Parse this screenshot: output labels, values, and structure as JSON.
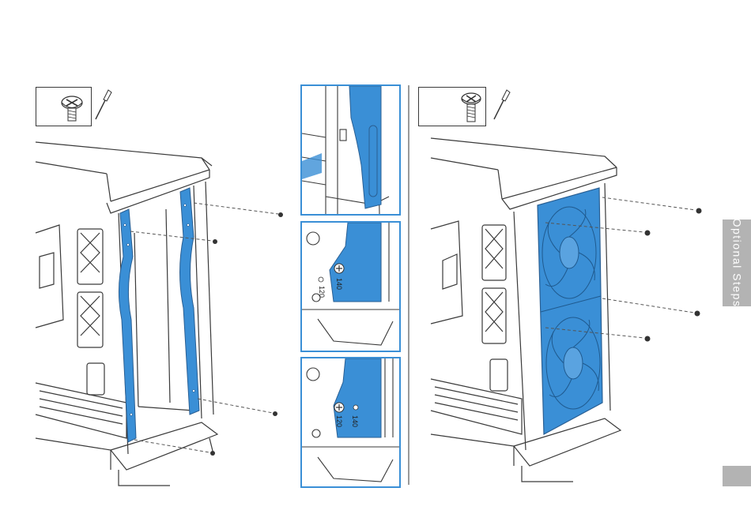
{
  "side_tab": {
    "label": "Optional Steps"
  },
  "details": [
    {
      "labels": []
    },
    {
      "labels": [
        "140",
        "120"
      ]
    },
    {
      "labels": [
        "140",
        "120"
      ]
    }
  ],
  "icons": {
    "left_tools": [
      "screw-icon",
      "screwdriver-icon"
    ],
    "right_tools": [
      "screw-icon",
      "screwdriver-icon"
    ]
  },
  "colors": {
    "highlight": "#3a8fd6",
    "line": "#3a3a3a",
    "tab": "#b3b3b3"
  }
}
